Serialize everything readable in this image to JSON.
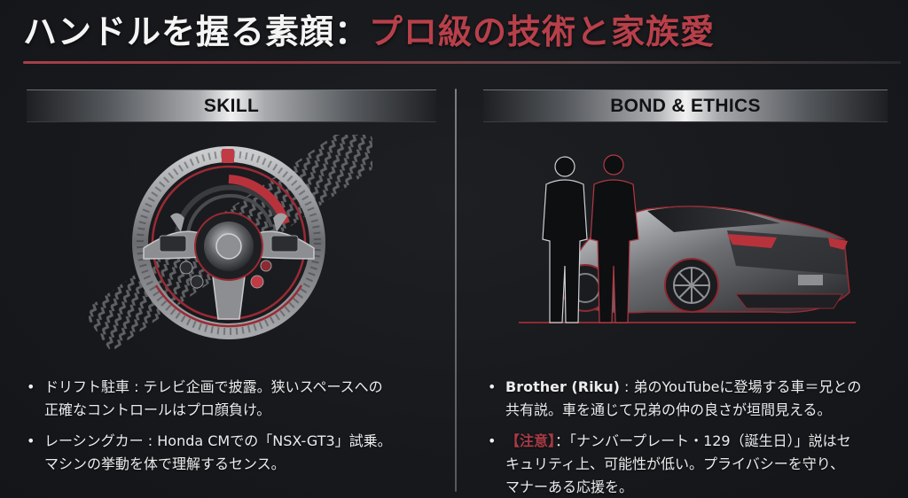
{
  "title": {
    "white_part": "ハンドルを握る素顔：",
    "red_part": "プロ級の技術と家族愛"
  },
  "colors": {
    "background": "#16181c",
    "accent_red": "#b8404a",
    "text": "#ececec",
    "header_dark": "#111214"
  },
  "sections": {
    "skill": {
      "header": "SKILL",
      "illustration": "steering-wheel-with-tire-tracks",
      "bullets": [
        {
          "label": "ドリフト駐車",
          "separator": " : ",
          "text_line1": "テレビ企画で披露。狭いスペースへの",
          "text_line2": "正確なコントロールはプロ顔負け。"
        },
        {
          "label": "レーシングカー",
          "separator": " : ",
          "text_line1": "Honda CMでの「NSX-GT3」試乗。",
          "text_line2": "マシンの挙動を体で理解するセンス。"
        }
      ]
    },
    "bond": {
      "header": "BOND & ETHICS",
      "illustration": "two-brothers-silhouette-with-sports-car",
      "bullets": [
        {
          "label": "Brother (Riku)",
          "separator": " : ",
          "text_line1": "弟のYouTubeに登場する車＝兄との",
          "text_line2": "共有説。車を通じて兄弟の仲の良さが垣間見える。"
        },
        {
          "label": "【注意】",
          "separator": "：",
          "text_line1": "「ナンバープレート・129（誕生日）」説はセ",
          "text_line2": "キュリティ上、可能性が低い。プライバシーを守り、",
          "text_line3": "マナーある応援を。"
        }
      ]
    }
  }
}
